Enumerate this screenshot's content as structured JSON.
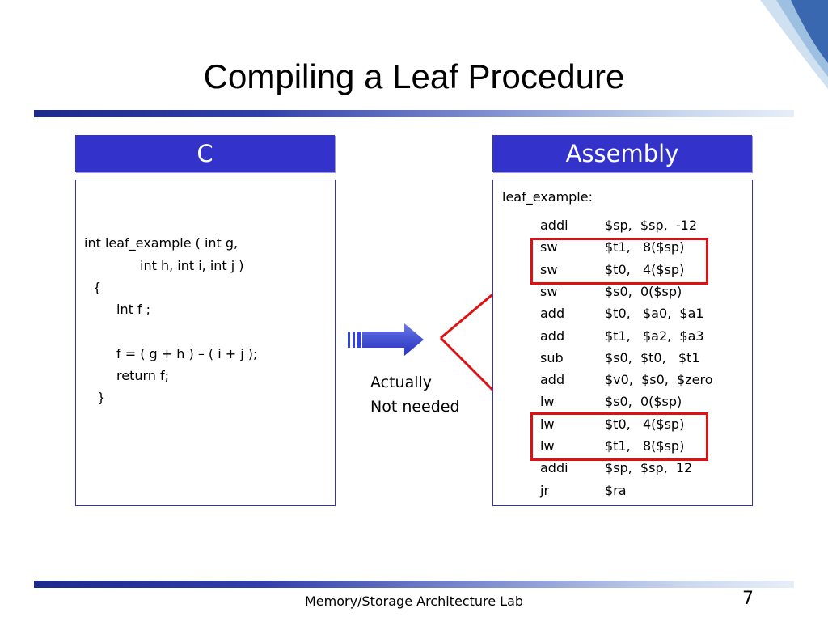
{
  "slide": {
    "title": "Compiling a Leaf Procedure",
    "footer": "Memory/Storage Architecture Lab",
    "page_number": "7"
  },
  "c_column": {
    "header": "C",
    "code_lines": [
      "int leaf_example ( int g,",
      "int h, int i, int j )",
      "{",
      "int f ;",
      "f = ( g + h ) – ( i + j );",
      "return f;",
      "}"
    ]
  },
  "asm_column": {
    "header": "Assembly",
    "label": "leaf_example:",
    "instructions": [
      {
        "op": "addi",
        "args": "$sp,  $sp,  -12"
      },
      {
        "op": "sw",
        "args": "$t1,   8($sp)"
      },
      {
        "op": "sw",
        "args": "$t0,   4($sp)"
      },
      {
        "op": "sw",
        "args": "$s0,  0($sp)"
      },
      {
        "op": "add",
        "args": "$t0,   $a0,  $a1"
      },
      {
        "op": "add",
        "args": "$t1,   $a2,  $a3"
      },
      {
        "op": "sub",
        "args": "$s0,  $t0,   $t1"
      },
      {
        "op": "add",
        "args": "$v0,  $s0,  $zero"
      },
      {
        "op": "lw",
        "args": "$s0,  0($sp)"
      },
      {
        "op": "lw",
        "args": "$t0,   4($sp)"
      },
      {
        "op": "lw",
        "args": "$t1,   8($sp)"
      },
      {
        "op": "addi",
        "args": "$sp,  $sp,  12"
      },
      {
        "op": "jr",
        "args": "$ra"
      }
    ]
  },
  "annotation": {
    "line1": "Actually",
    "line2": "Not needed"
  },
  "colors": {
    "header_bg": "#3333cc",
    "highlight": "#e01010",
    "arrow": "#3344dd"
  },
  "icons": {
    "arrow": "right-arrow-icon",
    "corner": "page-curl-decoration"
  }
}
